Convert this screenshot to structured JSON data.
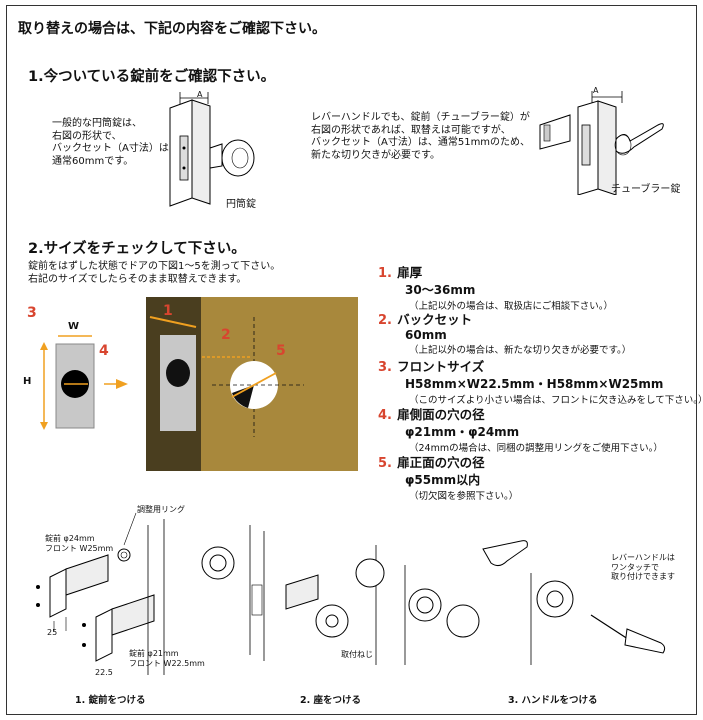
{
  "heading": "取り替えの場合は、下記の内容をご確認下さい。",
  "section1": {
    "title": "1.今ついている錠前をご確認下さい。",
    "left_text": [
      "一般的な円筒錠は、",
      "右図の形状で、",
      "バックセット（A寸法）は、",
      "通常60mmです。"
    ],
    "left_caption": "円筒錠",
    "right_text": [
      "レバーハンドルでも、錠前（チューブラー錠）が",
      "右図の形状であれば、取替えは可能ですが、",
      "バックセット（A寸法）は、通常51mmのため、",
      "新たな切り欠きが必要です。"
    ],
    "right_caption": "チューブラー錠",
    "dim_label": "A"
  },
  "section2": {
    "title": "2.サイズをチェックして下さい。",
    "intro": [
      "錠前をはずした状態でドアの下図1～5を測って下さい。",
      "右記のサイズでしたらそのまま取替えできます。"
    ],
    "diagram_labels": {
      "n1": "1",
      "n2": "2",
      "n3": "3",
      "n4": "4",
      "n5": "5",
      "W": "W",
      "H": "H"
    },
    "specs": [
      {
        "num": "1.",
        "title": "扉厚",
        "value": "30～36mm",
        "note": "（上記以外の場合は、取扱店にご相談下さい。）"
      },
      {
        "num": "2.",
        "title": "バックセット",
        "value": "60mm",
        "note": "（上記以外の場合は、新たな切り欠きが必要です。）"
      },
      {
        "num": "3.",
        "title": "フロントサイズ",
        "value": "H58mm×W22.5mm・H58mm×W25mm",
        "note": "（このサイズより小さい場合は、フロントに欠き込みをして下さい。）"
      },
      {
        "num": "4.",
        "title": "扉側面の穴の径",
        "value": "φ21mm・φ24mm",
        "note": "（24mmの場合は、同梱の調整用リングをご使用下さい。）"
      },
      {
        "num": "5.",
        "title": "扉正面の穴の径",
        "value": "φ55mm以内",
        "note": "（切欠図を参照下さい。）"
      }
    ]
  },
  "steps": {
    "ring_label": "調整用リング",
    "lock24": [
      "錠前 φ24mm",
      "フロント W25mm"
    ],
    "lock21": [
      "錠前 φ21mm",
      "フロント W22.5mm"
    ],
    "dim25": "25",
    "dim225": "22.5",
    "screw_label": "取付ねじ",
    "lever_note": [
      "レバーハンドルは",
      "ワンタッチで",
      "取り付けできます"
    ],
    "captions": [
      "1. 錠前をつける",
      "2. 座をつける",
      "3. ハンドルをつける"
    ]
  },
  "colors": {
    "accent": "#d8452f",
    "door": "#a8883c",
    "plate": "#c8c8c8",
    "arrow": "#f0a020"
  }
}
